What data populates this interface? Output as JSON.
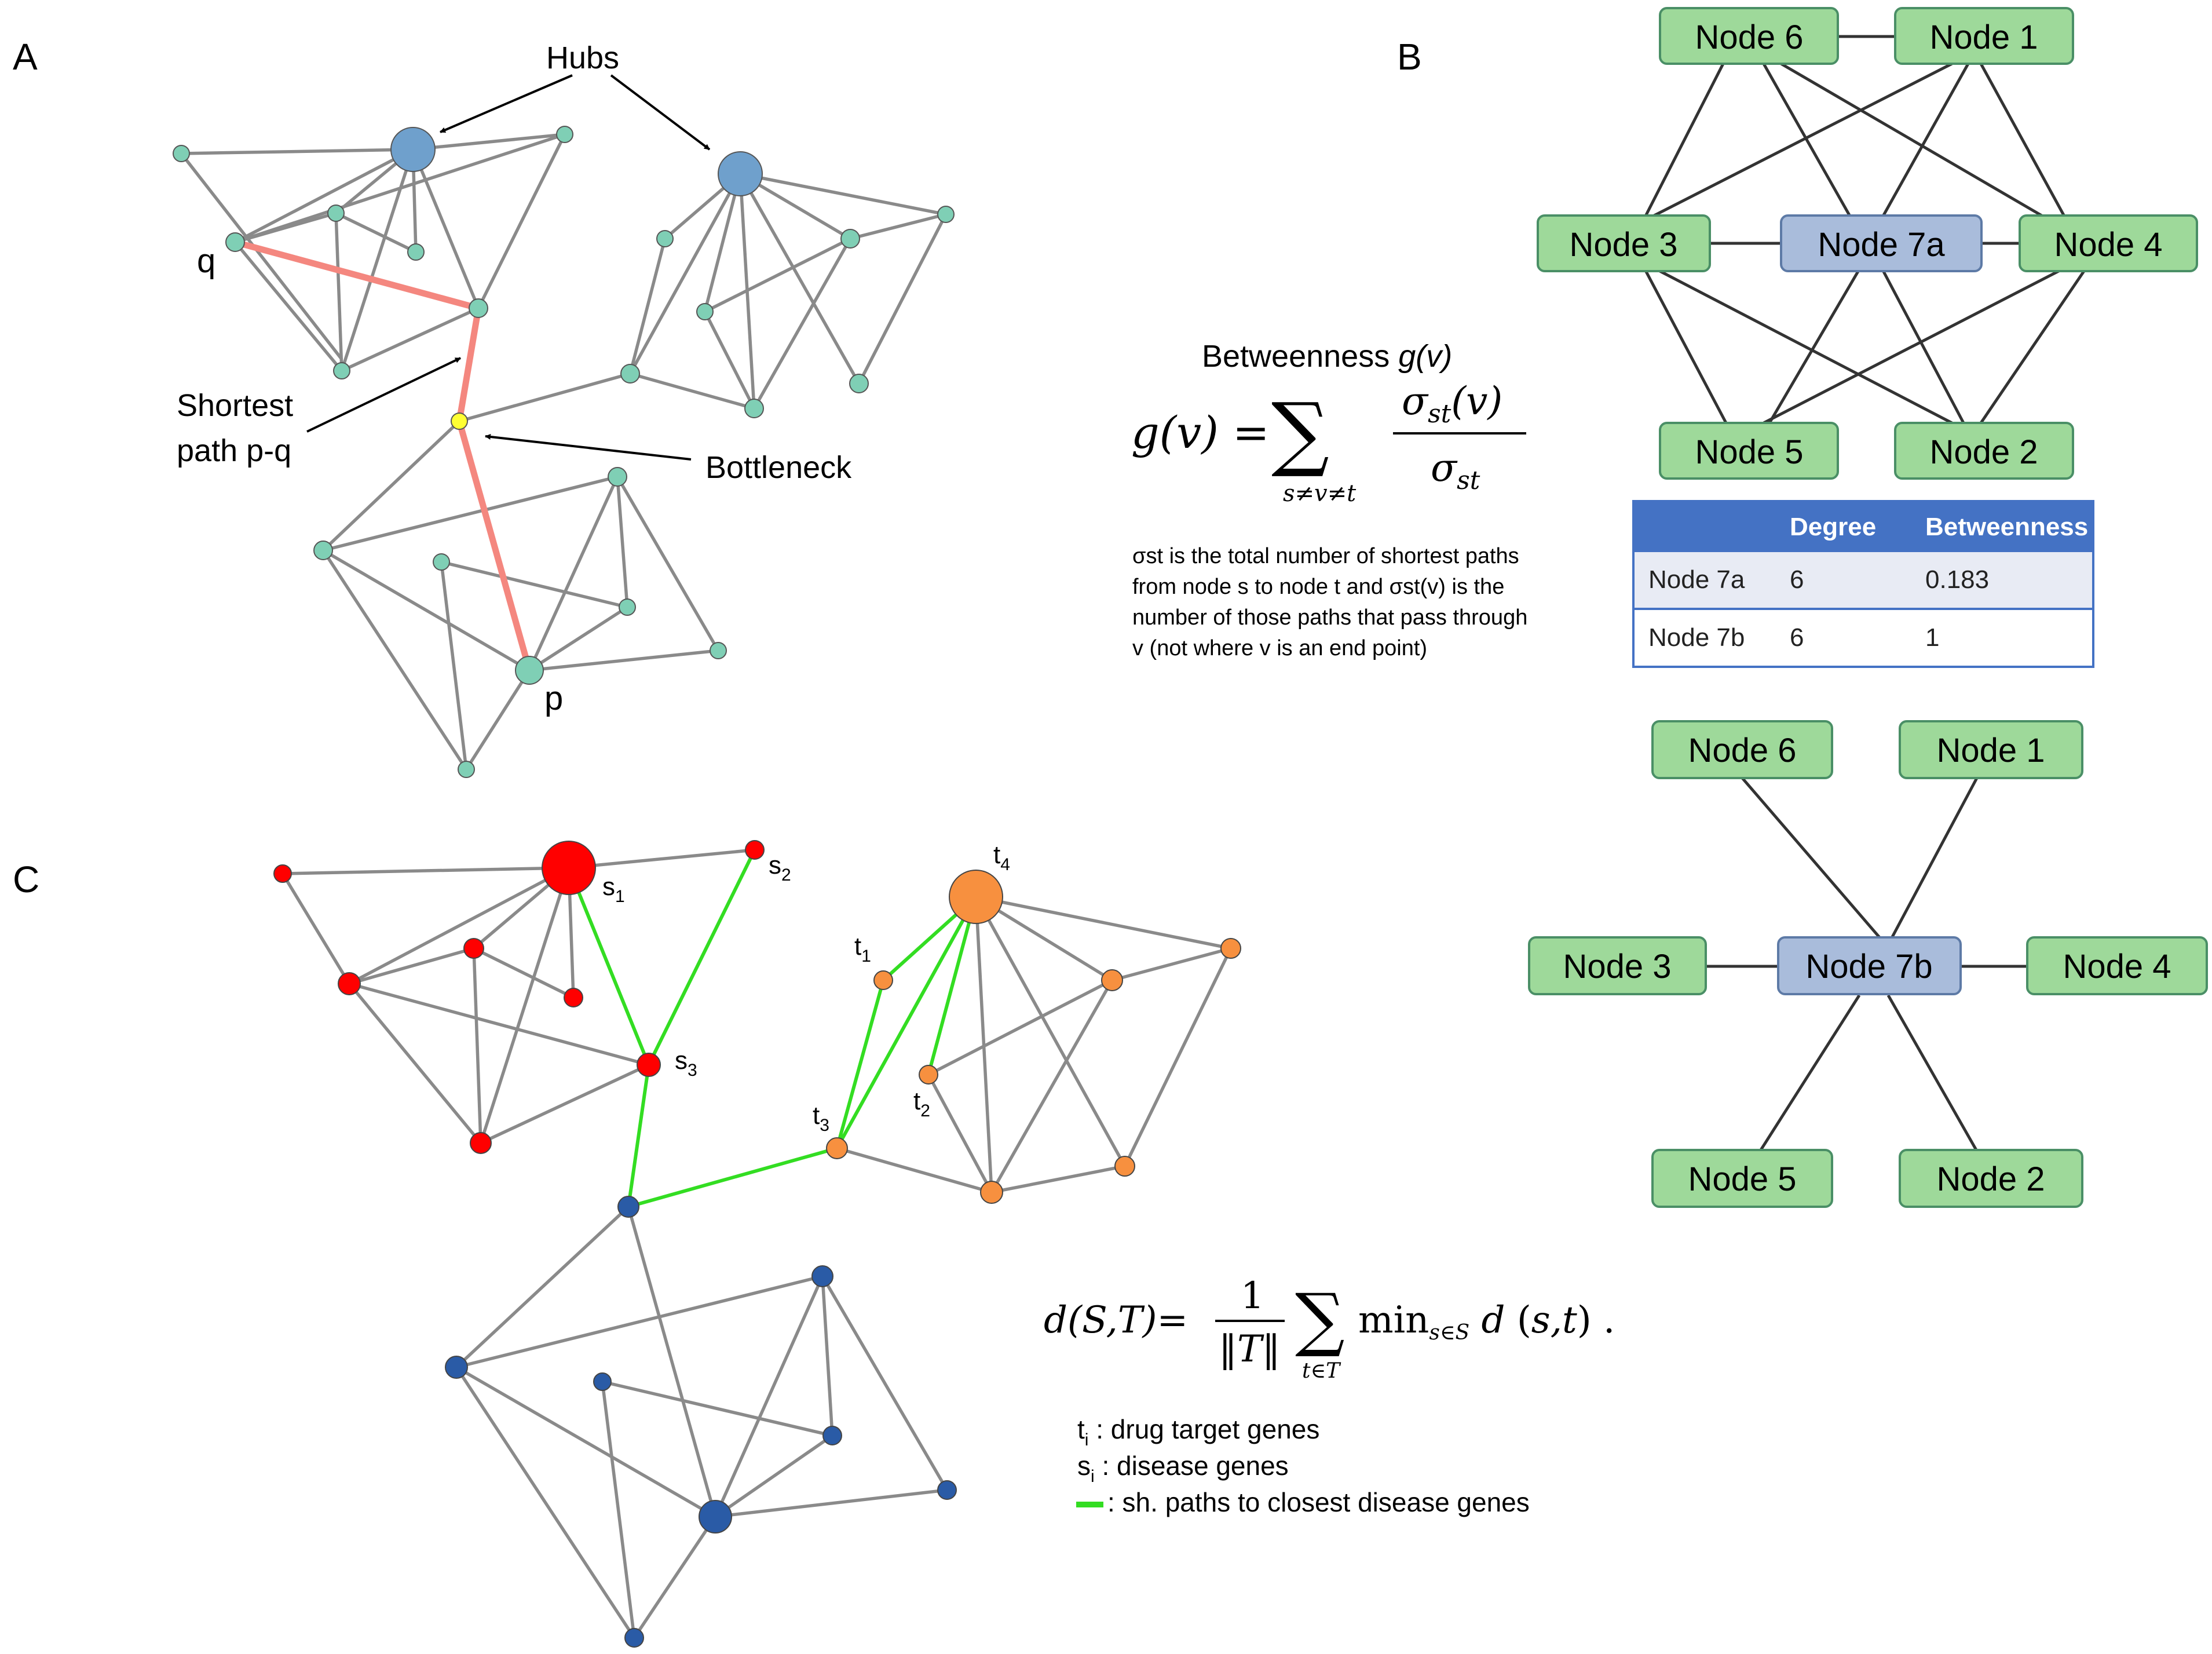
{
  "colors": {
    "edge": "#8a8a8a",
    "shortest_path": "#f4877f",
    "hub": "#6fa0cc",
    "node_small": "#7fcfb5",
    "bottleneck": "#ffff33",
    "disease": "#ff0000",
    "target": "#f7903f",
    "other": "#2a5ba6",
    "green_path": "#33dd22",
    "box_green": "#9ed99a",
    "box_blue": "#a9bcdb",
    "table_header": "#4472c4"
  },
  "panel_a": {
    "label": "A",
    "hubs_label": "Hubs",
    "shortest_path_line1": "Shortest",
    "shortest_path_line2": "path p-q",
    "bottleneck_label": "Bottleneck",
    "q_label": "q",
    "p_label": "p"
  },
  "panel_b": {
    "label": "B",
    "formula_title_plain": "Betweenness ",
    "formula_title_italic": "g(v)",
    "description_lines": [
      "σst is the total number of shortest paths",
      "from node s to node t and  σst(v) is the",
      "number of those paths that pass through",
      "v (not where v is an end point)"
    ],
    "network_a": {
      "node6": "Node 6",
      "node1": "Node 1",
      "node3": "Node 3",
      "center": "Node 7a",
      "node4": "Node 4",
      "node5": "Node 5",
      "node2": "Node 2"
    },
    "network_b": {
      "node6": "Node 6",
      "node1": "Node 1",
      "node3": "Node 3",
      "center": "Node 7b",
      "node4": "Node 4",
      "node5": "Node 5",
      "node2": "Node 2"
    },
    "table": {
      "headers": [
        "",
        "Degree",
        "Betweenness"
      ],
      "rows": [
        [
          "Node 7a",
          "6",
          "0.183"
        ],
        [
          "Node 7b",
          "6",
          "1"
        ]
      ]
    }
  },
  "panel_c": {
    "label": "C",
    "s1": "s",
    "s1_sub": "1",
    "s2": "s",
    "s2_sub": "2",
    "s3": "s",
    "s3_sub": "3",
    "t1": "t",
    "t1_sub": "1",
    "t2": "t",
    "t2_sub": "2",
    "t3": "t",
    "t3_sub": "3",
    "t4": "t",
    "t4_sub": "4",
    "legend_t": "t",
    "legend_t_sub": "i",
    "legend_t_text": " : drug target genes",
    "legend_s": "s",
    "legend_s_sub": "i",
    "legend_s_text": " : disease genes",
    "legend_green_text": ": sh. paths to closest disease genes"
  }
}
